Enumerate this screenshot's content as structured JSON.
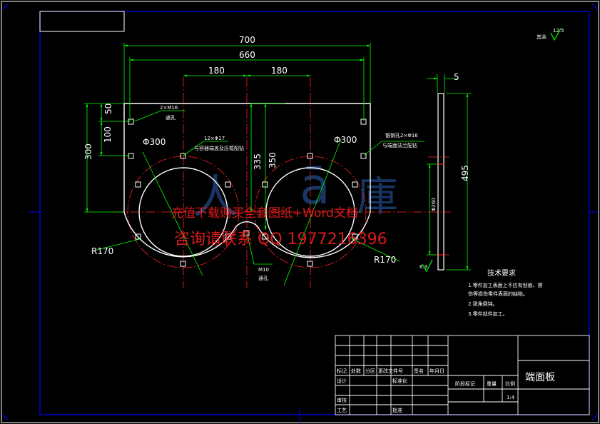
{
  "dimensions": {
    "overall_width": "700",
    "inner_width": "660",
    "left_offset": "180",
    "right_offset": "180",
    "left_top_step": "50",
    "left_mid_step": "100",
    "left_total": "300",
    "height_335": "335",
    "height_350": "350",
    "hole_dia_left": "Φ300",
    "hole_dia_right": "Φ300",
    "radius_left": "R170",
    "radius_right": "R170",
    "side_thickness": "5",
    "side_height": "495",
    "side_hole": "Φ260",
    "roughness_side": "6.3",
    "roughness_corner": "12.5",
    "roughness_prefix": "其余"
  },
  "notes": {
    "thread_top_line1": "2×M16",
    "thread_top_line2": "通孔",
    "bolt_holes_line1": "12×Φ17",
    "bolt_holes_line2": "与容器端盖及压框配钻",
    "locating_line1": "锥销孔2×Φ16",
    "locating_line2": "与端面法兰配钻",
    "thread_bottom_line1": "M10",
    "thread_bottom_line2": "通孔"
  },
  "tech_requirements": {
    "title": "技术要求",
    "items": [
      "1.零件加工表面上不应有划痕、擦",
      "   伤等损伤零件表面的缺陷。",
      "2.锐角倒钝。",
      "3.零件就件加工。"
    ]
  },
  "title_block": {
    "part_name": "端面板",
    "scale": "1:4",
    "row_headers": [
      "标记",
      "处数",
      "分区",
      "更改文件号",
      "签名",
      "年月日"
    ],
    "design": "设计",
    "standardize": "标准化",
    "review": "审核",
    "process": "工艺",
    "approve": "批准",
    "stage_mark": "阶段标记",
    "weight": "重量",
    "scale_label": "比例"
  },
  "watermark": {
    "line1": "充值下载购买全套图纸+Word文档",
    "line2": "咨询请联系  QQ 1977216396"
  },
  "colors": {
    "background": "#000000",
    "outline": "#ffffff",
    "dimension": "#00ff00",
    "centerline": "#ff2020",
    "frame": "#0000ff",
    "hole": "#ffff00",
    "watermark_logo": "#2c62b4"
  }
}
